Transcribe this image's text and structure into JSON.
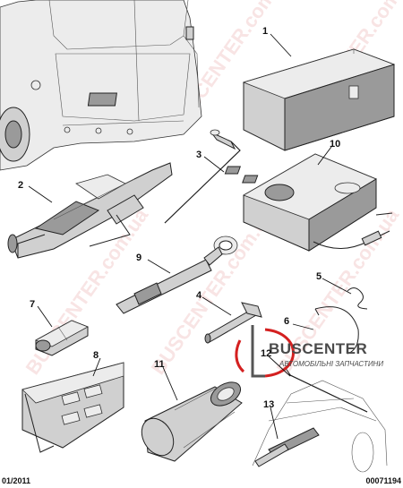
{
  "callouts": [
    {
      "id": "callout-1",
      "label": "1"
    },
    {
      "id": "callout-2",
      "label": "2"
    },
    {
      "id": "callout-3",
      "label": "3"
    },
    {
      "id": "callout-4",
      "label": "4"
    },
    {
      "id": "callout-5",
      "label": "5"
    },
    {
      "id": "callout-6",
      "label": "6"
    },
    {
      "id": "callout-7",
      "label": "7"
    },
    {
      "id": "callout-8",
      "label": "8"
    },
    {
      "id": "callout-9",
      "label": "9"
    },
    {
      "id": "callout-10",
      "label": "10"
    },
    {
      "id": "callout-11",
      "label": "11"
    },
    {
      "id": "callout-12",
      "label": "12"
    },
    {
      "id": "callout-13",
      "label": "13"
    }
  ],
  "footer": {
    "date": "01/2011",
    "reference": "00071194"
  },
  "brand": {
    "name": "BUSCENTER",
    "tagline": "АВТОМОБІЛЬНІ ЗАПЧАСТИНИ",
    "accent_color": "#d42020"
  },
  "watermark": {
    "text": "BUSCENTER.com.ua"
  }
}
